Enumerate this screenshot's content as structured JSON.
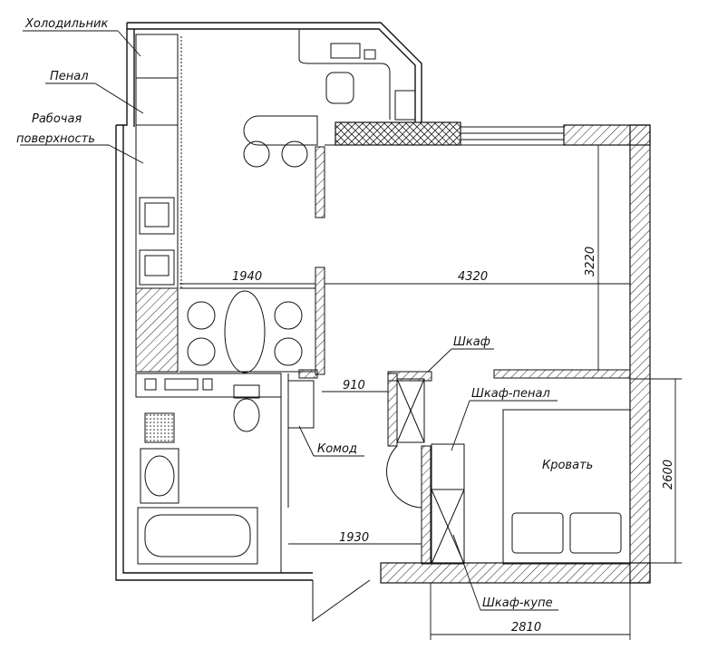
{
  "labels": {
    "fridge": "Холодильник",
    "penal": "Пенал",
    "work_surface_line1": "Рабочая",
    "work_surface_line2": "поверхность",
    "wardrobe": "Шкаф",
    "wardrobe_penal": "Шкаф-пенал",
    "dresser": "Комод",
    "bed": "Кровать",
    "wardrobe_coupe": "Шкаф-купе"
  },
  "dimensions": {
    "dining_width": "1940",
    "room_width": "4320",
    "room_depth": "3220",
    "door_910": "910",
    "bath_width": "1930",
    "bedroom_depth": "2600",
    "bedroom_width": "2810"
  },
  "colors": {
    "line": "#111111",
    "hatch": "#222222",
    "background": "#ffffff"
  }
}
